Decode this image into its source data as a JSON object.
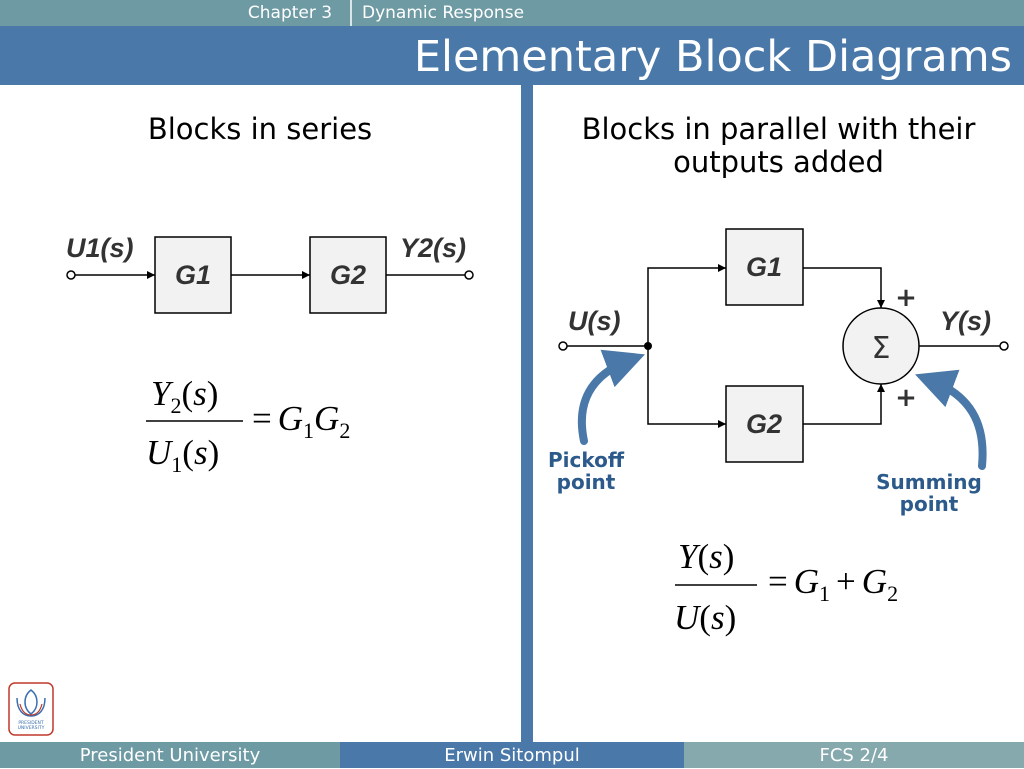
{
  "header": {
    "chapter": "Chapter 3",
    "topic": "Dynamic Response",
    "title": "Elementary Block Diagrams"
  },
  "series": {
    "heading": "Blocks in series",
    "input": "U1(s)",
    "output": "Y2(s)",
    "block1": "G1",
    "block2": "G2",
    "formula": "Y2(s)/U1(s) = G1G2"
  },
  "parallel": {
    "heading_line1": "Blocks in parallel with their",
    "heading_line2": "outputs added",
    "input": "U(s)",
    "output": "Y(s)",
    "block1": "G1",
    "block2": "G2",
    "sum_symbol": "Σ",
    "sign_top": "+",
    "sign_bottom": "+",
    "pickoff_line1": "Pickoff",
    "pickoff_line2": "point",
    "summing_line1": "Summing",
    "summing_line2": "point",
    "formula": "Y(s)/U(s) = G1 + G2"
  },
  "logo": {
    "text_line1": "PRESIDENT",
    "text_line2": "UNIVERSITY"
  },
  "footer": {
    "left": "President University",
    "center": "Erwin Sitompul",
    "right": "FCS 2/4"
  },
  "colors": {
    "topbar": "#6e9aa3",
    "titlebar": "#4a78a8",
    "accent_dark": "#2c5a8a",
    "footer_left": "#6e9aa3",
    "footer_center": "#4a78a8",
    "footer_right": "#86a9ae",
    "block_fill": "#f2f2f2"
  }
}
